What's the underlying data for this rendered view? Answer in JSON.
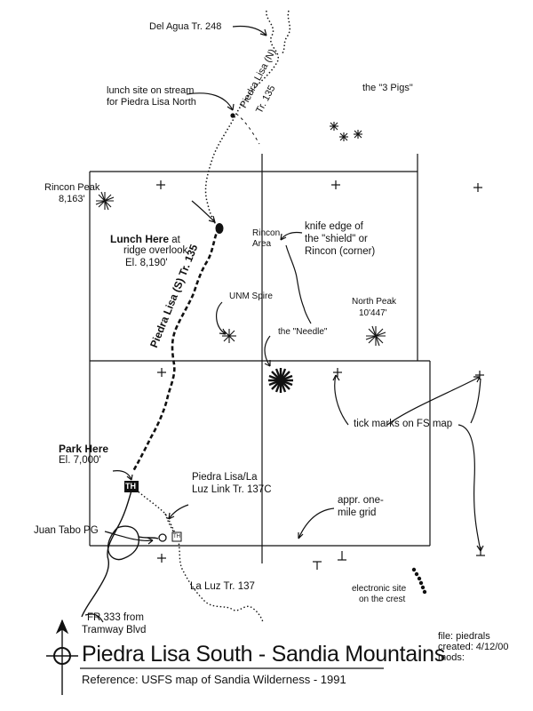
{
  "labels": {
    "del_agua": "Del Agua Tr. 248",
    "piedra_lisa_n": "Piedra Lisa (N)",
    "tr_135_n": "Tr. 135",
    "lunch_site_1": "lunch site on stream",
    "lunch_site_2": "for Piedra Lisa North",
    "three_pigs": "the \"3 Pigs\"",
    "rincon_peak_1": "Rincon Peak",
    "rincon_peak_2": "8,163'",
    "lunch_here_1_bold": "Lunch Here",
    "lunch_here_1_rest": " at",
    "lunch_here_2": "ridge overlook",
    "lunch_here_3": "El. 8,190'",
    "rincon_area_1": "Rincon",
    "rincon_area_2": "Area",
    "knife_edge_1": "knife edge of",
    "knife_edge_2": "the \"shield\" or",
    "knife_edge_3": "Rincon (corner)",
    "piedra_lisa_s": "Piedra Lisa (S) Tr. 135",
    "unm_spire": "UNM Spire",
    "north_peak_1": "North Peak",
    "north_peak_2": "10'447'",
    "needle": "the \"Needle\"",
    "tick_marks": "tick marks on FS map",
    "park_here_1": "Park Here",
    "park_here_2": "El. 7,000'",
    "link_1": "Piedra Lisa/La",
    "link_2": "Luz Link Tr. 137C",
    "grid_1": "appr. one-",
    "grid_2": "mile grid",
    "juan_tabo": "Juan Tabo PG",
    "la_luz": "La Luz Tr. 137",
    "electronic_1": "electronic site",
    "electronic_2": "on the crest",
    "fr333_1": "FR 333 from",
    "fr333_2": "Tramway Blvd",
    "th_symbol": "TH",
    "th_small": "TH"
  },
  "title": "Piedra Lisa South - Sandia Mountains",
  "reference": "Reference: USFS map of Sandia Wilderness - 1991",
  "file_info": {
    "line1": "file: piedrals",
    "line2": "created: 4/12/00",
    "line3": "mods:"
  },
  "icons": [
    "compass-icon",
    "trailhead-icon",
    "peak-icon",
    "rock-formation-icon",
    "grid-tick-icon",
    "electronic-site-icon"
  ]
}
